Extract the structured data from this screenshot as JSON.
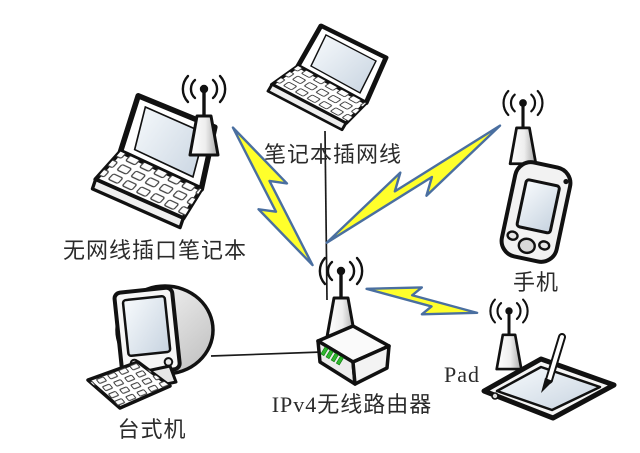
{
  "diagram": {
    "background": "#ffffff",
    "colors": {
      "bolt_fill": "#ffff2b",
      "bolt_outline": "#4a6fa0",
      "led_green": "#2eb82e",
      "ink": "#1a1a1a"
    },
    "nodes": [
      {
        "id": "laptop-wired",
        "type": "laptop",
        "label": "笔记本插网线"
      },
      {
        "id": "laptop-wireless",
        "type": "laptop-antenna",
        "label": "无网线插口笔记本"
      },
      {
        "id": "desktop",
        "type": "desktop-pc",
        "label": "台式机"
      },
      {
        "id": "router",
        "type": "wireless-router",
        "label": "IPv4无线路由器"
      },
      {
        "id": "phone",
        "type": "mobile-phone",
        "label": "手机"
      },
      {
        "id": "pad",
        "type": "tablet",
        "label": "Pad"
      }
    ],
    "connections": [
      {
        "from": "laptop-wired",
        "to": "router",
        "type": "wired"
      },
      {
        "from": "desktop",
        "to": "router",
        "type": "wired"
      },
      {
        "from": "laptop-wireless",
        "to": "router",
        "type": "wireless"
      },
      {
        "from": "phone",
        "to": "router",
        "type": "wireless"
      },
      {
        "from": "pad",
        "to": "router",
        "type": "wireless"
      }
    ]
  }
}
